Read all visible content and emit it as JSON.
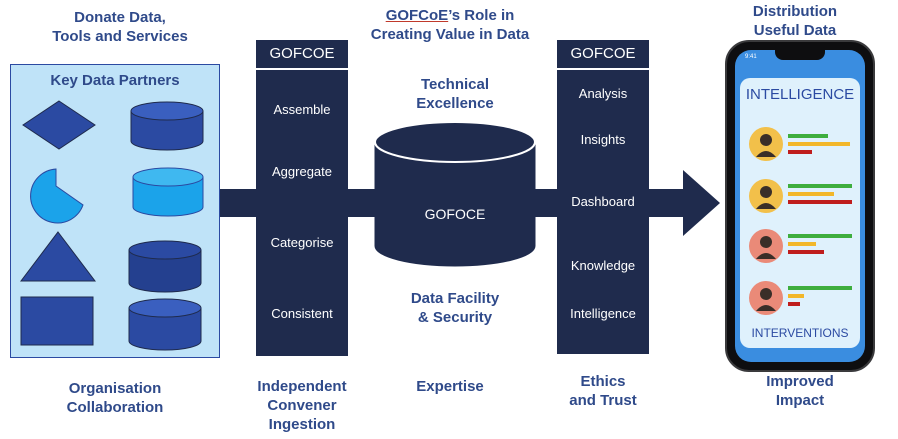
{
  "headings": {
    "donate": "Donate Data,\nTools and Services",
    "role_underlined": "GOFCoE",
    "role_rest": "’s Role in",
    "role_line2": "Creating Value in Data",
    "distribution": "Distribution\nUseful Data"
  },
  "partners": {
    "title": "Key Data Partners"
  },
  "left_column": {
    "header": "GOFCOE",
    "items": [
      "Assemble",
      "Aggregate",
      "Categorise",
      "Consistent"
    ]
  },
  "center": {
    "top": "Technical\nExcellence",
    "cylinder": "GOFOCE",
    "bottom": "Data Facility\n& Security"
  },
  "right_column": {
    "header": "GOFCOE",
    "items": [
      "Analysis",
      "Insights",
      "Dashboard",
      "Knowledge",
      "Intelligence"
    ]
  },
  "phone": {
    "time": "9:41",
    "title": "INTELLIGENCE",
    "footer": "INTERVENTIONS"
  },
  "footer": {
    "org": "Organisation\nCollaboration",
    "convener": "Independent\nConvener\nIngestion",
    "expertise": "Expertise",
    "ethics": "Ethics\nand Trust",
    "impact": "Improved\nImpact"
  },
  "colors": {
    "navy": "#1f2b4d",
    "title_blue": "#2f4a8a",
    "partner_bg": "#bfe3f8",
    "shape_dark": "#2b4aa2",
    "shape_light": "#1ba3ea",
    "bar_green": "#3eae3e",
    "bar_yellow": "#f2b72a",
    "bar_red": "#bf1d1d"
  }
}
